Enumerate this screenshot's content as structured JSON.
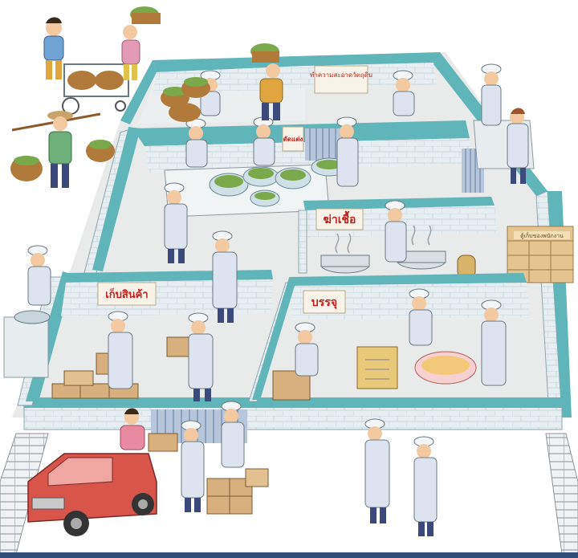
{
  "signs": {
    "wash": "ทำความสะอาดวัตถุดิบ",
    "cut": "ตัดแต่ง",
    "sterilize": "ฆ่าเชื้อ",
    "storage": "เก็บสินค้า",
    "packing": "บรรจุ",
    "shelf": "ตู้เก็บของพนักงาน"
  },
  "colors": {
    "floor": "#e9eaea",
    "wall_top": "#5fb5ba",
    "wall_face": "#e6eef2",
    "tile_line": "#c9d6dc",
    "uniform": "#dde4ef",
    "cap": "#f4f6f8",
    "mango": "#79a94a",
    "basket": "#b27a3a",
    "truck": "#d8554c",
    "box": "#d7b07e",
    "sign_bg": "#f7f3e8",
    "sign_text": "#c0221f"
  }
}
